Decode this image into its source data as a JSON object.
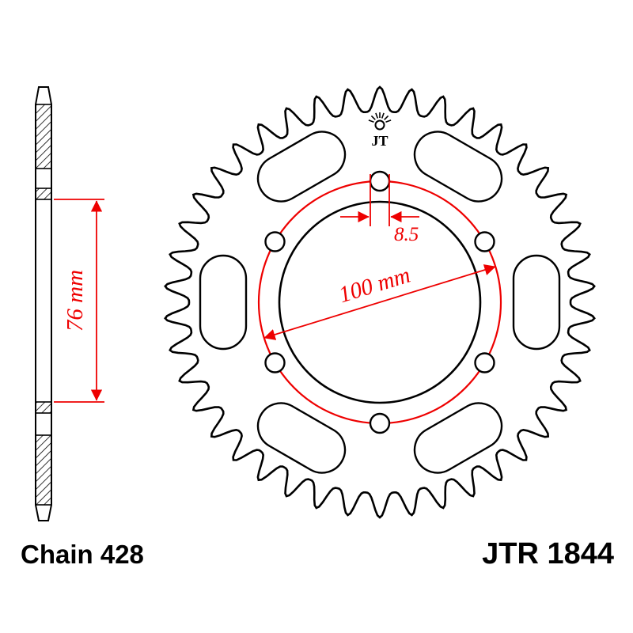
{
  "part": {
    "chain_label": "Chain 428",
    "part_number": "JTR 1844"
  },
  "logo": {
    "text": "JT"
  },
  "dimensions": {
    "bolt_circle_diameter": "100 mm",
    "bolt_hole_diameter": "8.5",
    "inner_diameter": "76 mm"
  },
  "sprocket": {
    "teeth": 42,
    "bolt_holes": 6,
    "windows": 6
  },
  "colors": {
    "outline": "#000000",
    "dimension": "#ee0000",
    "background": "#ffffff"
  }
}
